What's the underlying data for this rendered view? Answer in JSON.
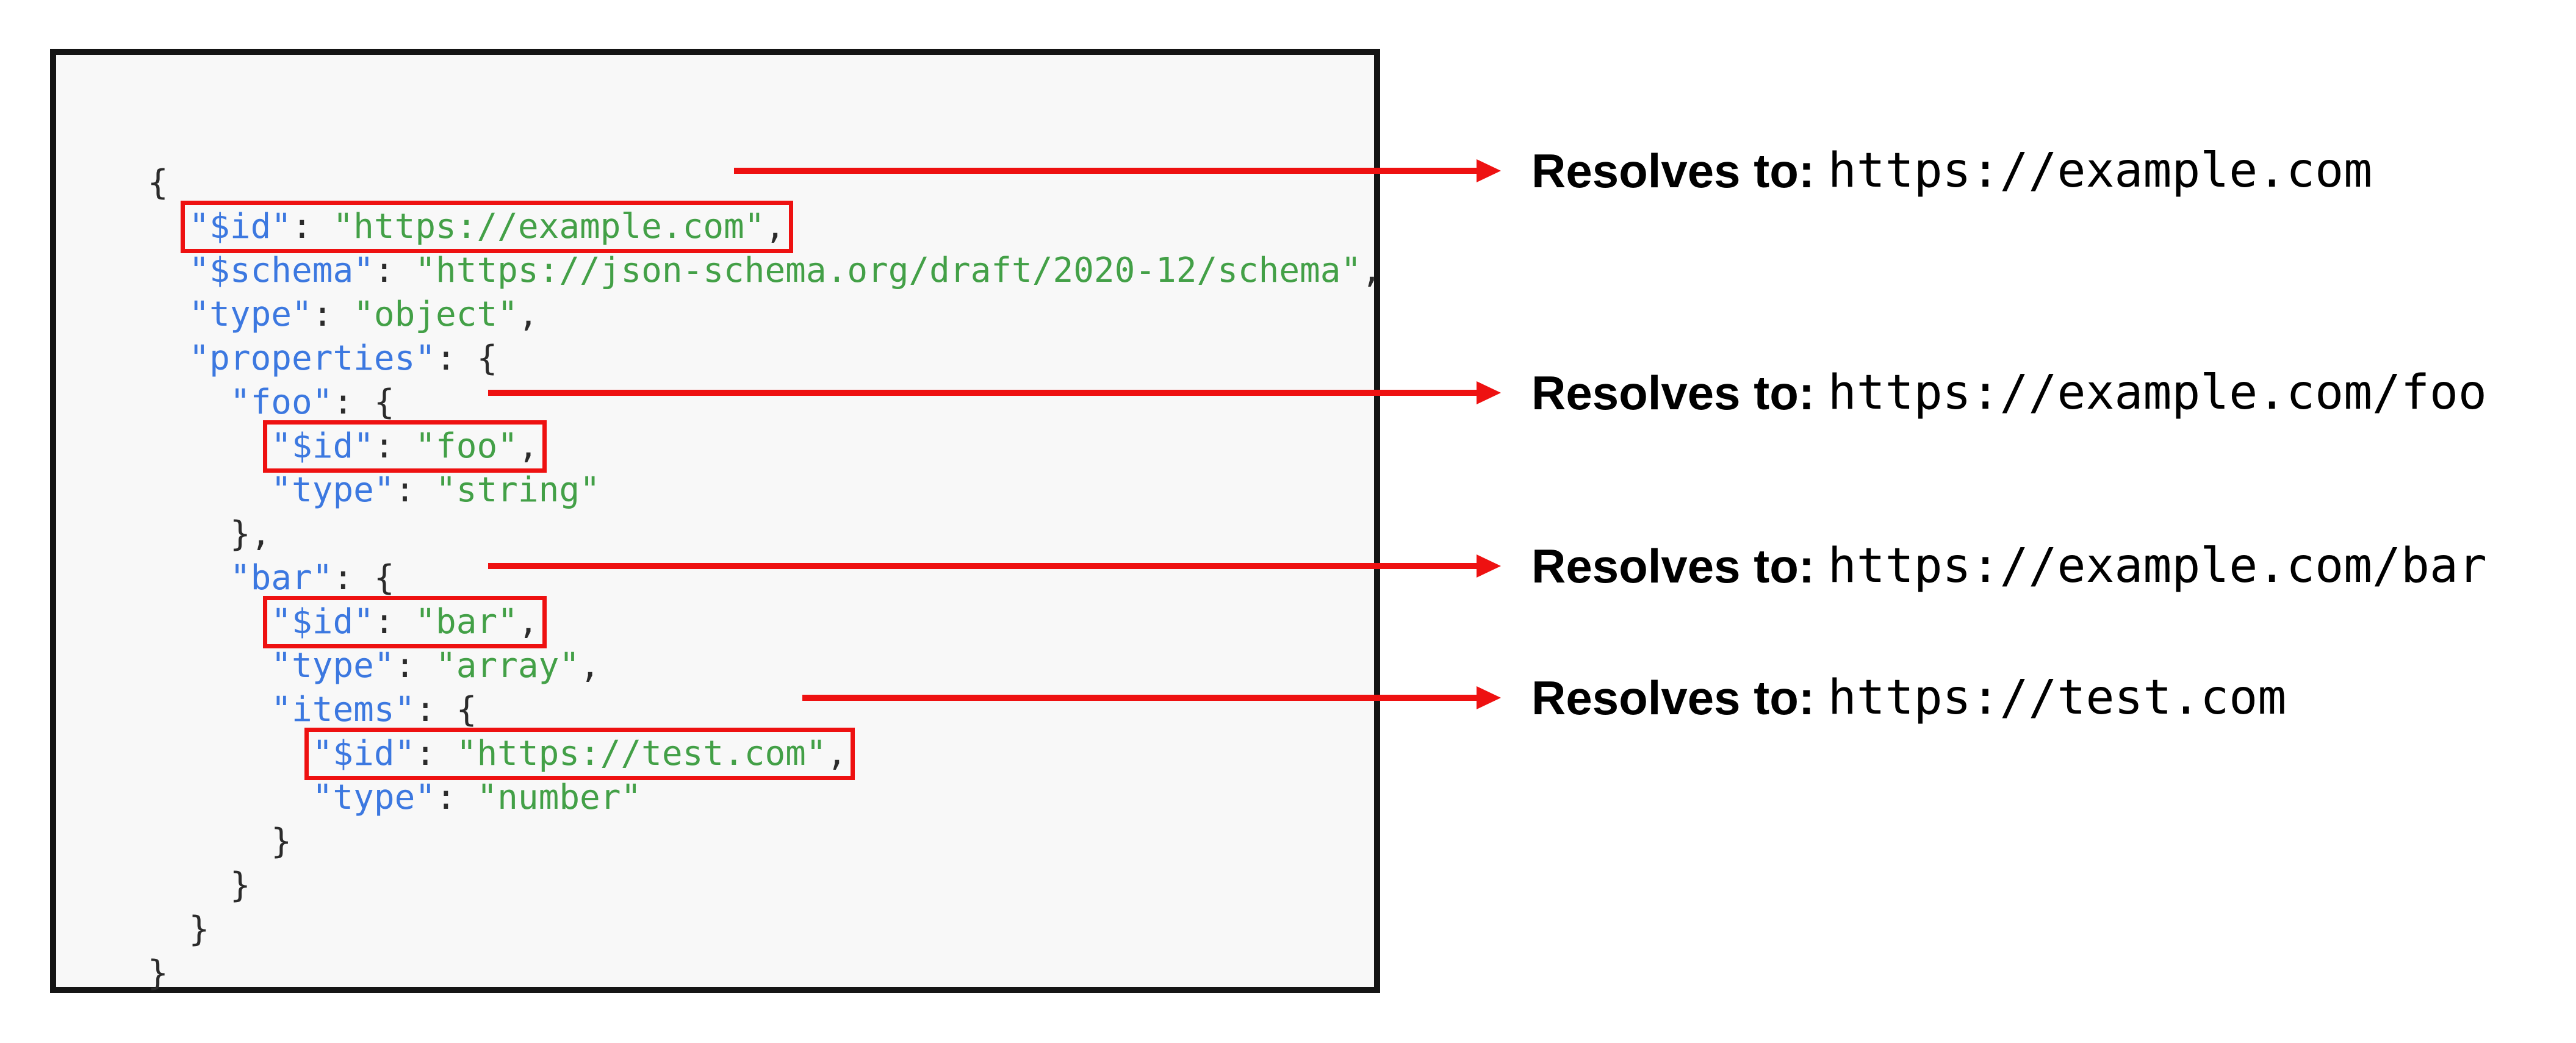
{
  "diagram": {
    "colors": {
      "highlight_red": "#ee1111",
      "key_blue": "#3c78e0",
      "string_green": "#43a047",
      "punctuation": "#2b2b2b",
      "code_background": "#f8f8f8",
      "code_border": "#151515"
    },
    "code": {
      "lines": [
        {
          "indent": "",
          "box": false,
          "tokens": [
            {
              "t": "{",
              "c": "p"
            }
          ]
        },
        {
          "indent": "  ",
          "box": true,
          "tokens": [
            {
              "t": "\"$id\"",
              "c": "k"
            },
            {
              "t": ": ",
              "c": "p"
            },
            {
              "t": "\"https://example.com\"",
              "c": "s"
            },
            {
              "t": ",",
              "c": "p"
            }
          ]
        },
        {
          "indent": "  ",
          "box": false,
          "tokens": [
            {
              "t": "\"$schema\"",
              "c": "k"
            },
            {
              "t": ": ",
              "c": "p"
            },
            {
              "t": "\"https://json-schema.org/draft/2020-12/schema\"",
              "c": "s"
            },
            {
              "t": ",",
              "c": "p"
            }
          ]
        },
        {
          "indent": "  ",
          "box": false,
          "tokens": [
            {
              "t": "\"type\"",
              "c": "k"
            },
            {
              "t": ": ",
              "c": "p"
            },
            {
              "t": "\"object\"",
              "c": "s"
            },
            {
              "t": ",",
              "c": "p"
            }
          ]
        },
        {
          "indent": "  ",
          "box": false,
          "tokens": [
            {
              "t": "\"properties\"",
              "c": "k"
            },
            {
              "t": ": {",
              "c": "p"
            }
          ]
        },
        {
          "indent": "    ",
          "box": false,
          "tokens": [
            {
              "t": "\"foo\"",
              "c": "k"
            },
            {
              "t": ": {",
              "c": "p"
            }
          ]
        },
        {
          "indent": "      ",
          "box": true,
          "tokens": [
            {
              "t": "\"$id\"",
              "c": "k"
            },
            {
              "t": ": ",
              "c": "p"
            },
            {
              "t": "\"foo\"",
              "c": "s"
            },
            {
              "t": ",",
              "c": "p"
            }
          ]
        },
        {
          "indent": "      ",
          "box": false,
          "tokens": [
            {
              "t": "\"type\"",
              "c": "k"
            },
            {
              "t": ": ",
              "c": "p"
            },
            {
              "t": "\"string\"",
              "c": "s"
            }
          ]
        },
        {
          "indent": "    ",
          "box": false,
          "tokens": [
            {
              "t": "},",
              "c": "p"
            }
          ]
        },
        {
          "indent": "    ",
          "box": false,
          "tokens": [
            {
              "t": "\"bar\"",
              "c": "k"
            },
            {
              "t": ": {",
              "c": "p"
            }
          ]
        },
        {
          "indent": "      ",
          "box": true,
          "tokens": [
            {
              "t": "\"$id\"",
              "c": "k"
            },
            {
              "t": ": ",
              "c": "p"
            },
            {
              "t": "\"bar\"",
              "c": "s"
            },
            {
              "t": ",",
              "c": "p"
            }
          ]
        },
        {
          "indent": "      ",
          "box": false,
          "tokens": [
            {
              "t": "\"type\"",
              "c": "k"
            },
            {
              "t": ": ",
              "c": "p"
            },
            {
              "t": "\"array\"",
              "c": "s"
            },
            {
              "t": ",",
              "c": "p"
            }
          ]
        },
        {
          "indent": "      ",
          "box": false,
          "tokens": [
            {
              "t": "\"items\"",
              "c": "k"
            },
            {
              "t": ": {",
              "c": "p"
            }
          ]
        },
        {
          "indent": "        ",
          "box": true,
          "tokens": [
            {
              "t": "\"$id\"",
              "c": "k"
            },
            {
              "t": ": ",
              "c": "p"
            },
            {
              "t": "\"https://test.com\"",
              "c": "s"
            },
            {
              "t": ",",
              "c": "p"
            }
          ]
        },
        {
          "indent": "        ",
          "box": false,
          "tokens": [
            {
              "t": "\"type\"",
              "c": "k"
            },
            {
              "t": ": ",
              "c": "p"
            },
            {
              "t": "\"number\"",
              "c": "s"
            }
          ]
        },
        {
          "indent": "      ",
          "box": false,
          "tokens": [
            {
              "t": "}",
              "c": "p"
            }
          ]
        },
        {
          "indent": "    ",
          "box": false,
          "tokens": [
            {
              "t": "}",
              "c": "p"
            }
          ]
        },
        {
          "indent": "  ",
          "box": false,
          "tokens": [
            {
              "t": "}",
              "c": "p"
            }
          ]
        },
        {
          "indent": "",
          "box": false,
          "tokens": [
            {
              "t": "}",
              "c": "p"
            }
          ]
        }
      ]
    },
    "annotations": [
      {
        "label": "Resolves to:",
        "url": "https://example.com"
      },
      {
        "label": "Resolves to:",
        "url": "https://example.com/foo"
      },
      {
        "label": "Resolves to:",
        "url": "https://example.com/bar"
      },
      {
        "label": "Resolves to:",
        "url": "https://test.com"
      }
    ]
  }
}
